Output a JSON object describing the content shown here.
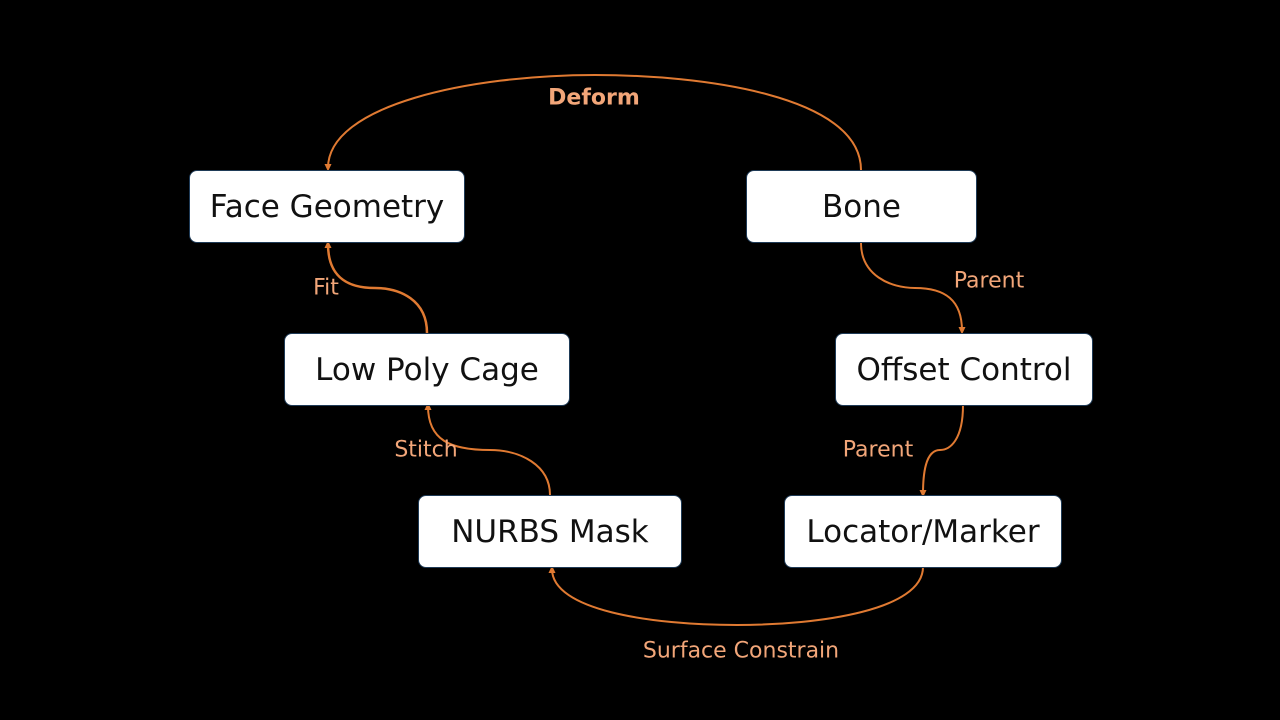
{
  "colors": {
    "background": "#000000",
    "node_fill": "#ffffff",
    "node_border": "#1f3b57",
    "node_text": "#111111",
    "edge_stroke": "#e07a32",
    "edge_label": "#f2a679"
  },
  "nodes": {
    "face_geometry": "Face Geometry",
    "bone": "Bone",
    "low_poly_cage": "Low Poly Cage",
    "offset_control": "Offset Control",
    "nurbs_mask": "NURBS Mask",
    "locator_marker": "Locator/Marker"
  },
  "edges": [
    {
      "from": "Bone",
      "to": "Face Geometry",
      "label": "Deform"
    },
    {
      "from": "Bone",
      "to": "Offset Control",
      "label": "Parent"
    },
    {
      "from": "Offset Control",
      "to": "Locator/Marker",
      "label": "Parent"
    },
    {
      "from": "Locator/Marker",
      "to": "NURBS Mask",
      "label": "Surface Constrain"
    },
    {
      "from": "NURBS Mask",
      "to": "Low Poly Cage",
      "label": "Stitch"
    },
    {
      "from": "Low Poly Cage",
      "to": "Face Geometry",
      "label": "Fit"
    }
  ]
}
